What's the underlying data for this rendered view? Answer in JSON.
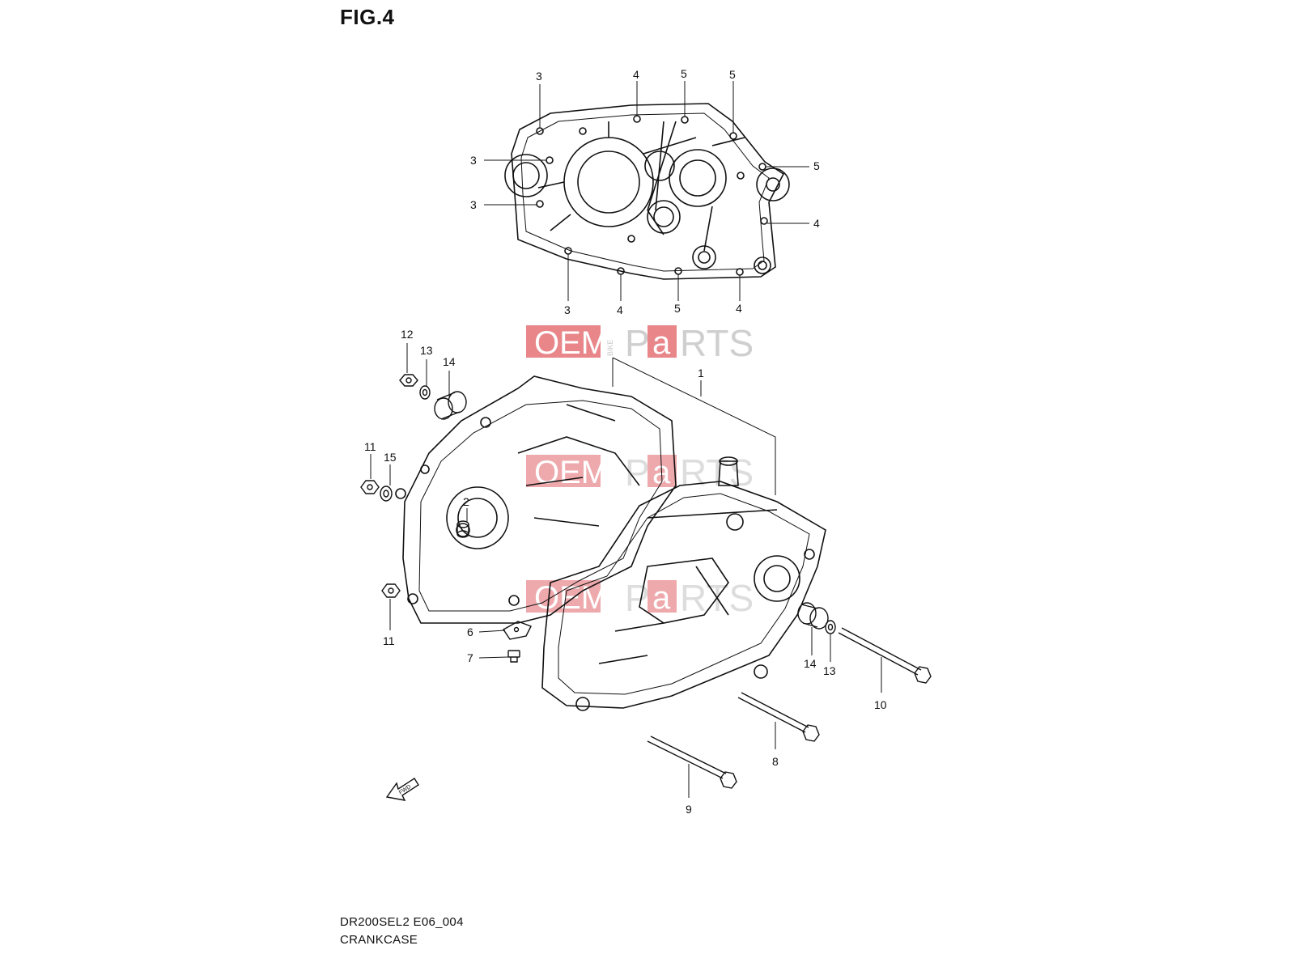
{
  "figure_label": "FIG.4",
  "footer": {
    "code": "DR200SEL2 E06_004",
    "title": "CRANKCASE"
  },
  "watermark": {
    "oem": "OEM",
    "bike": "BIKE",
    "p": "P",
    "a": "a",
    "rts": "RTS",
    "color_red": "#e8868a",
    "color_gray": "#cfcfcf"
  },
  "fwd_label": "FWD",
  "callouts": {
    "top_gasket": [
      "3",
      "4",
      "5",
      "5",
      "3",
      "5",
      "3",
      "4",
      "3",
      "4",
      "5",
      "4"
    ],
    "main": [
      "1",
      "2",
      "6",
      "7",
      "8",
      "9",
      "10",
      "11",
      "11",
      "12",
      "13",
      "13",
      "14",
      "14",
      "15"
    ]
  }
}
